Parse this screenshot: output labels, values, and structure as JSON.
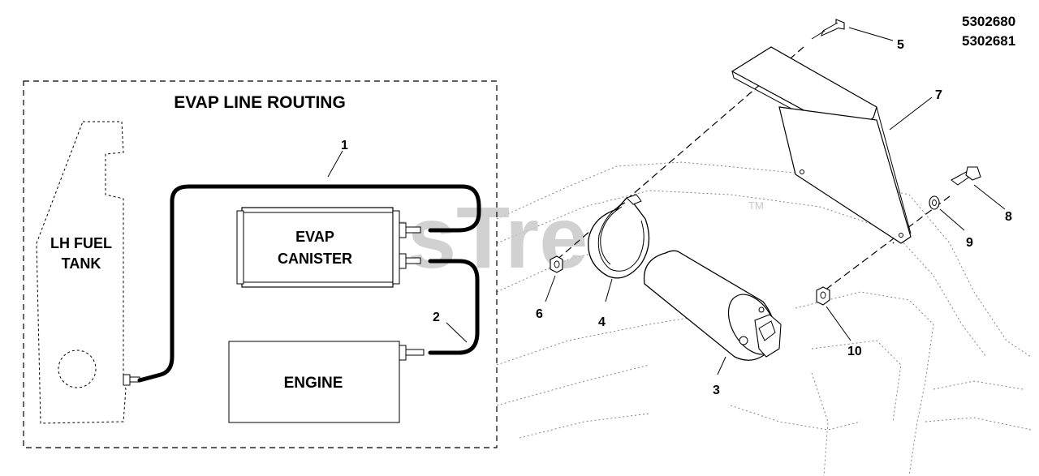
{
  "part_numbers": [
    "5302680",
    "5302681"
  ],
  "watermark": "PartsTree",
  "trademark": "TM",
  "routing_box": {
    "title": "EVAP LINE ROUTING",
    "fuel_tank": [
      "LH FUEL",
      "TANK"
    ],
    "canister": [
      "EVAP",
      "CANISTER"
    ],
    "engine": "ENGINE"
  },
  "callouts": [
    "1",
    "2",
    "3",
    "4",
    "5",
    "6",
    "7",
    "8",
    "9",
    "10"
  ]
}
